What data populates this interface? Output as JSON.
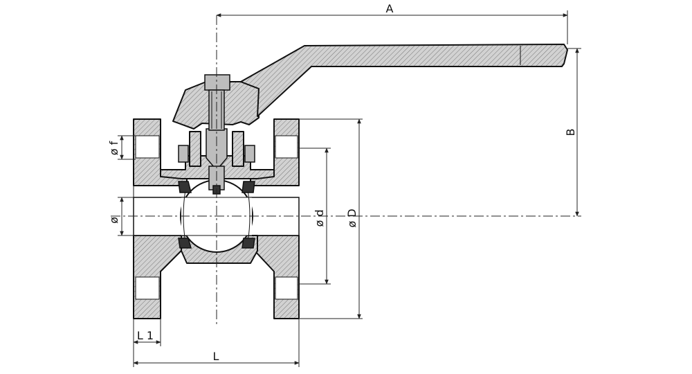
{
  "labels": {
    "A": "A",
    "B": "B",
    "L": "L",
    "L1": "L 1",
    "phi_f": "ø f",
    "phi": "ø",
    "phi_d": "ø d",
    "phi_D": "ø D"
  }
}
